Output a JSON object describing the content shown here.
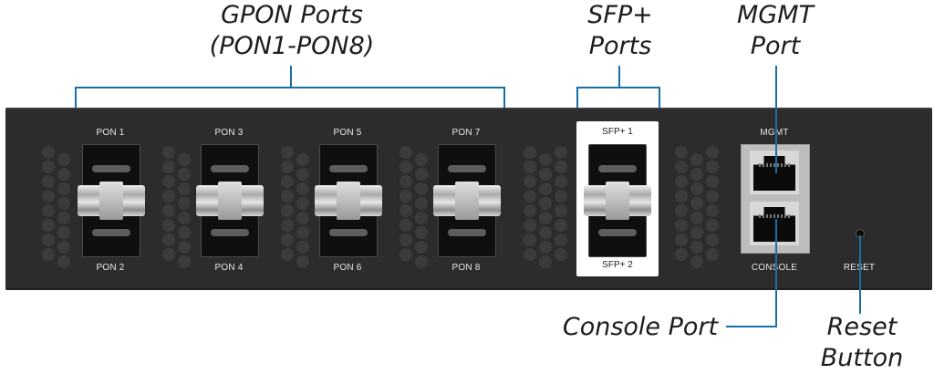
{
  "callouts": {
    "gpon_line1": "GPON Ports",
    "gpon_line2": "(PON1-PON8)",
    "sfp_line1": "SFP+",
    "sfp_line2": "Ports",
    "mgmt_line1": "MGMT",
    "mgmt_line2": "Port",
    "console": "Console Port",
    "reset_line1": "Reset",
    "reset_line2": "Button"
  },
  "pon_ports": [
    {
      "top": "PON 1",
      "bottom": "PON 2"
    },
    {
      "top": "PON 3",
      "bottom": "PON 4"
    },
    {
      "top": "PON 5",
      "bottom": "PON 6"
    },
    {
      "top": "PON 7",
      "bottom": "PON 8"
    }
  ],
  "sfp_ports": {
    "top": "SFP+ 1",
    "bottom": "SFP+ 2"
  },
  "panel_labels": {
    "mgmt": "MGMT",
    "console": "CONSOLE",
    "reset": "RESET"
  },
  "colors": {
    "leader": "#1a6ea8",
    "panel": "#2c2c2c"
  }
}
